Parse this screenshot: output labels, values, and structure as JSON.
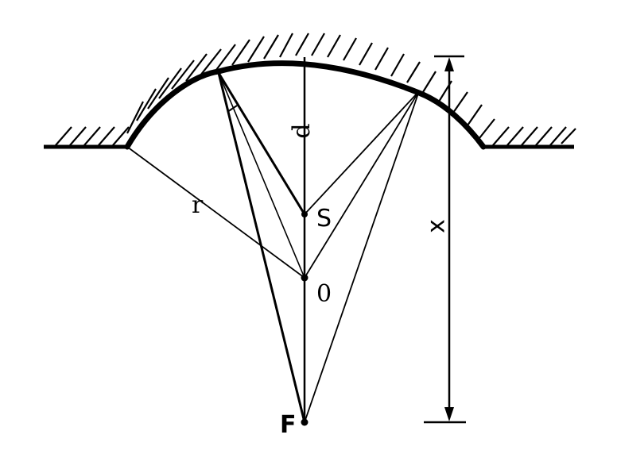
{
  "labels": {
    "d": "d",
    "r": "r",
    "S": "S",
    "O": "0",
    "F": "F",
    "x": "x"
  },
  "colors": {
    "ink": "#000000",
    "background": "#ffffff"
  }
}
